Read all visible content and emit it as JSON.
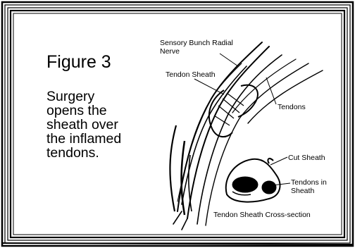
{
  "figure": {
    "title": "Figure 3",
    "description": "Surgery opens the sheath over the inflamed tendons."
  },
  "labels": {
    "sensory_nerve": "Sensory Bunch Radial Nerve",
    "tendon_sheath": "Tendon Sheath",
    "tendons": "Tendons",
    "cut_sheath": "Cut Sheath",
    "tendons_in_sheath": "Tendons in Sheath",
    "cross_section": "Tendon Sheath Cross-section"
  },
  "colors": {
    "ink": "#000000",
    "paper": "#ffffff"
  }
}
